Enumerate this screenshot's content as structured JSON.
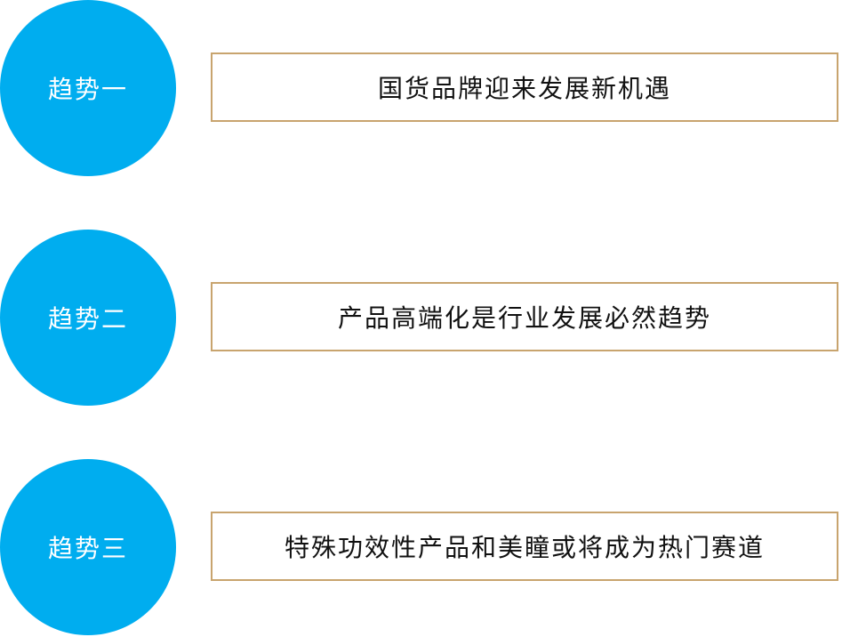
{
  "colors": {
    "accent": "#00adef",
    "border": "#c8a46e"
  },
  "trends": [
    {
      "label": "趋势一",
      "text": "国货品牌迎来发展新机遇"
    },
    {
      "label": "趋势二",
      "text": "产品高端化是行业发展必然趋势"
    },
    {
      "label": "趋势三",
      "text": "特殊功效性产品和美瞳或将成为热门赛道"
    }
  ]
}
